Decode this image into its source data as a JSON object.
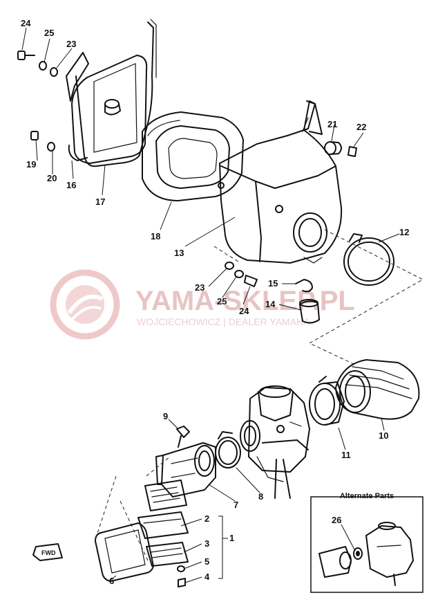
{
  "watermark": {
    "brand": "YAMA-SKLEP.PL",
    "subtitle": "WOJCIECHOWICZ | DEALER YAMAHA"
  },
  "alternate_box": {
    "title": "Alternate Parts"
  },
  "fwd_label": "FWD",
  "callouts": [
    {
      "id": "1",
      "label": "1"
    },
    {
      "id": "2",
      "label": "2"
    },
    {
      "id": "3",
      "label": "3"
    },
    {
      "id": "4",
      "label": "4"
    },
    {
      "id": "5",
      "label": "5"
    },
    {
      "id": "6",
      "label": "6"
    },
    {
      "id": "7",
      "label": "7"
    },
    {
      "id": "8",
      "label": "8"
    },
    {
      "id": "9",
      "label": "9"
    },
    {
      "id": "10",
      "label": "10"
    },
    {
      "id": "11",
      "label": "11"
    },
    {
      "id": "12",
      "label": "12"
    },
    {
      "id": "13",
      "label": "13"
    },
    {
      "id": "14",
      "label": "14"
    },
    {
      "id": "15",
      "label": "15"
    },
    {
      "id": "16",
      "label": "16"
    },
    {
      "id": "17",
      "label": "17"
    },
    {
      "id": "18",
      "label": "18"
    },
    {
      "id": "19",
      "label": "19"
    },
    {
      "id": "20",
      "label": "20"
    },
    {
      "id": "21",
      "label": "21"
    },
    {
      "id": "22",
      "label": "22"
    },
    {
      "id": "23a",
      "label": "23"
    },
    {
      "id": "23b",
      "label": "23"
    },
    {
      "id": "24a",
      "label": "24"
    },
    {
      "id": "24b",
      "label": "24"
    },
    {
      "id": "25a",
      "label": "25"
    },
    {
      "id": "25b",
      "label": "25"
    },
    {
      "id": "26",
      "label": "26"
    }
  ]
}
